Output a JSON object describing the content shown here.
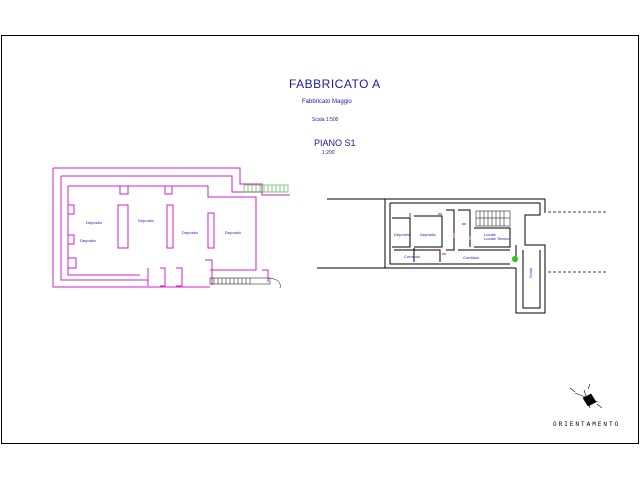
{
  "title": "FABBRICATO A",
  "subtitle": "Fabbricato Maggio",
  "date": "Scala 1:500",
  "floor": "PIANO S1",
  "scale": "1:200",
  "orientation": "ORIENTAMENTO",
  "left_plan_rooms": [
    "Deposito",
    "Deposito",
    "Deposito",
    "Deposito",
    "Deposito"
  ],
  "right_plan_rooms": [
    "Deposito",
    "Deposito",
    "Locale",
    "Corridoio",
    "Locale Tecnico",
    "Corridoio",
    "Scala"
  ],
  "colors": {
    "left_plan": "#cc22cc",
    "right_plan": "#000000",
    "stair_left": "#33aa33",
    "marker": "#22cc22",
    "text": "#1a1aa6",
    "door": "#cc2222"
  }
}
